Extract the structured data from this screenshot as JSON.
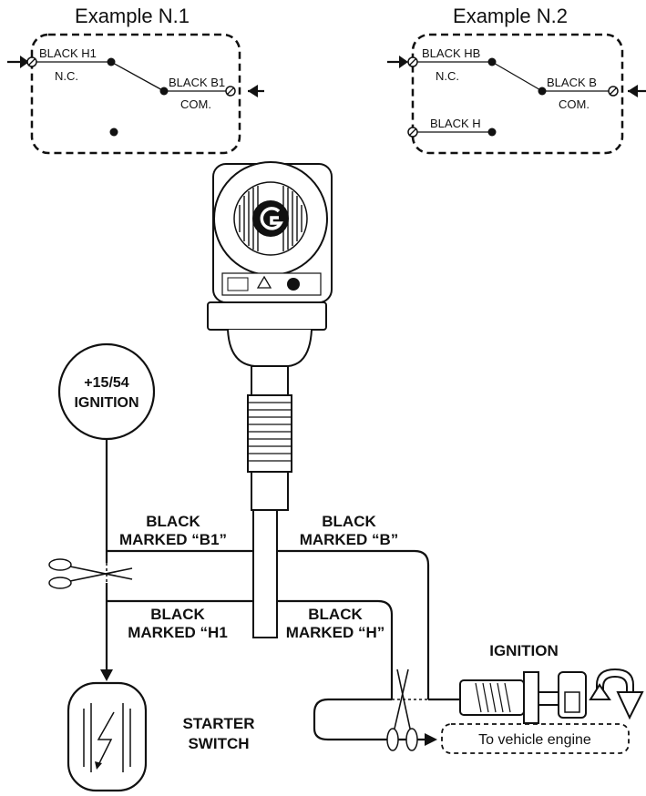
{
  "example1": {
    "title": "Example N.1",
    "terminal_top": "BLACK H1",
    "terminal_top_sub": "N.C.",
    "terminal_right": "BLACK B1",
    "terminal_right_sub": "COM."
  },
  "example2": {
    "title": "Example N.2",
    "terminal_top": "BLACK HB",
    "terminal_top_sub": "N.C.",
    "terminal_right": "BLACK B",
    "terminal_right_sub": "COM.",
    "terminal_bottom": "BLACK H"
  },
  "ignition_supply": {
    "line1": "+15/54",
    "line2": "IGNITION"
  },
  "wires": {
    "b1_line1": "BLACK",
    "b1_line2": "MARKED “B1”",
    "b_line1": "BLACK",
    "b_line2": "MARKED “B”",
    "h1_line1": "BLACK",
    "h1_line2": "MARKED “H1",
    "h_line1": "BLACK",
    "h_line2": "MARKED “H”"
  },
  "starter": {
    "line1": "STARTER",
    "line2": "SWITCH"
  },
  "ignition_label": "IGNITION",
  "engine_label": "To vehicle engine",
  "icons": {
    "scissors": "scissors-icon",
    "arrow": "curved-arrow-icon",
    "device_logo": "g-logo-icon"
  }
}
